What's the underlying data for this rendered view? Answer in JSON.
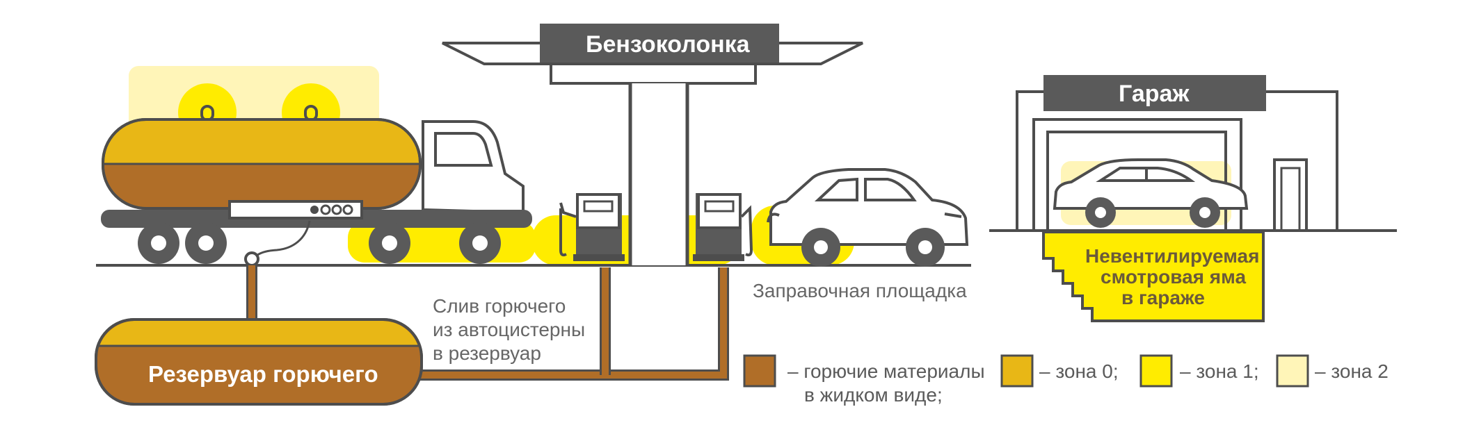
{
  "titles": {
    "gas_station": "Бензоколонка",
    "garage": "Гараж"
  },
  "labels": {
    "drain_line1": "Слив горючего",
    "drain_line2": "из автоцистерны",
    "drain_line3": "в резервуар",
    "refuel_area": "Заправочная площадка",
    "tank": "Резервуар горючего",
    "pit_line1": "Невентилируемая",
    "pit_line2": "смотровая яма",
    "pit_line3": "в гараже"
  },
  "legend": {
    "liquid_line1": "– горючие материалы",
    "liquid_line2": "в жидком виде;",
    "zone0": "– зона 0;",
    "zone1": "– зона 1;",
    "zone2": "– зона 2"
  },
  "colors": {
    "liquid": "#b06e28",
    "zone0": "#e8b716",
    "zone1": "#ffec00",
    "zone2": "#fff5b8",
    "outline": "#4d4d4d",
    "title_bg": "#5a5a5a"
  }
}
